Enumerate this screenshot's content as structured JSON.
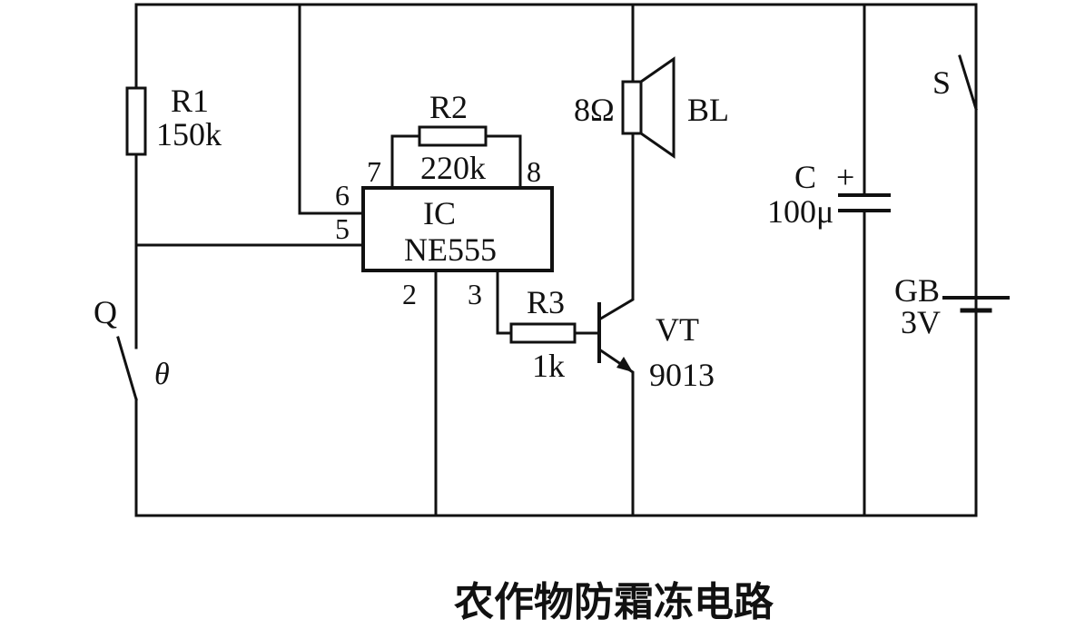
{
  "caption": "农作物防霜冻电路",
  "components": {
    "r1": {
      "name": "R1",
      "value": "150k"
    },
    "r2": {
      "name": "R2",
      "value": "220k"
    },
    "r3": {
      "name": "R3",
      "value": "1k"
    },
    "ic": {
      "name": "IC",
      "model": "NE555",
      "pins": {
        "p2": "2",
        "p3": "3",
        "p5": "5",
        "p6": "6",
        "p7": "7",
        "p8": "8"
      }
    },
    "speaker": {
      "name": "BL",
      "value": "8Ω"
    },
    "transistor": {
      "name": "VT",
      "model": "9013"
    },
    "capacitor": {
      "name": "C",
      "value": "100μ",
      "polarity": "+"
    },
    "battery": {
      "name": "GB",
      "value": "3V"
    },
    "switch_s": {
      "name": "S"
    },
    "thermo_switch": {
      "name": "Q",
      "symbol": "θ"
    }
  }
}
